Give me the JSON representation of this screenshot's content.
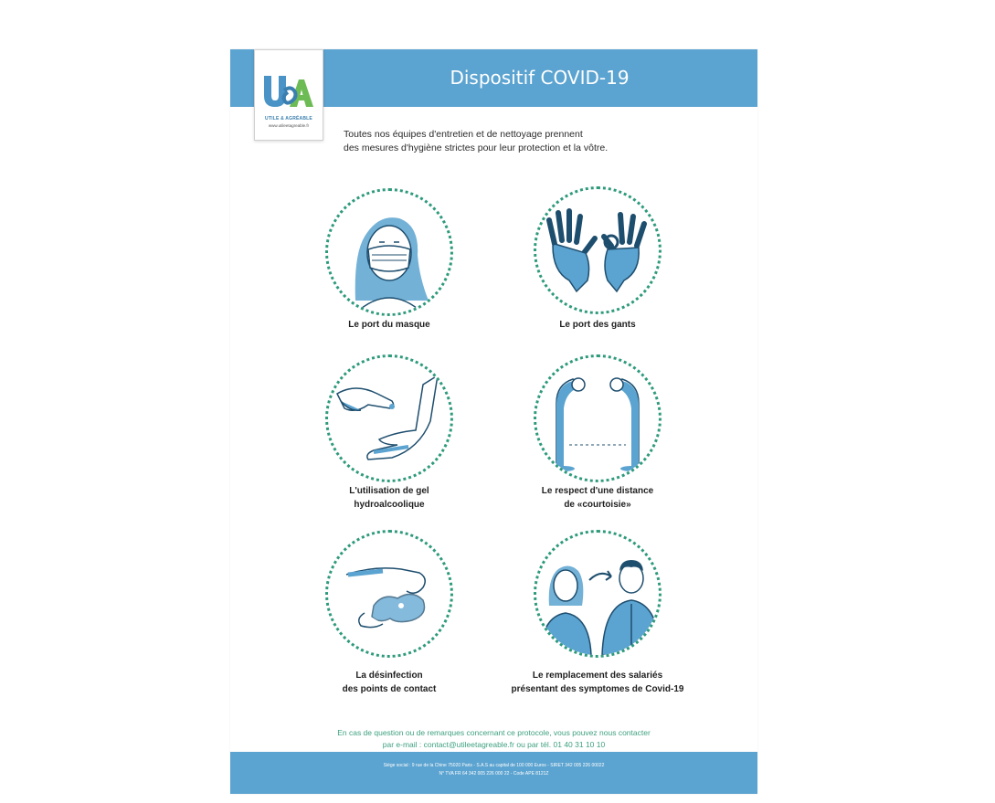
{
  "header": {
    "title": "Dispositif COVID-19",
    "logo": {
      "mark": "U&A",
      "tagline": "UTILE & AGRÉABLE",
      "website": "www.utileetagreable.fr"
    }
  },
  "intro": {
    "line1": "Toutes nos équipes d'entretien et de nettoyage prennent",
    "line2": "des mesures d'hygiène strictes pour leur protection et la vôtre."
  },
  "items": [
    {
      "icon": "face-mask-icon",
      "line1": "Le port du masque",
      "line2": ""
    },
    {
      "icon": "gloves-icon",
      "line1": "Le port des gants",
      "line2": ""
    },
    {
      "icon": "hand-gel-icon",
      "line1": "L'utilisation de gel",
      "line2": "hydroalcoolique"
    },
    {
      "icon": "distance-icon",
      "line1": "Le respect d'une distance",
      "line2": "de «courtoisie»"
    },
    {
      "icon": "disinfection-icon",
      "line1": "La désinfection",
      "line2": "des points de contact"
    },
    {
      "icon": "replacement-icon",
      "line1": "Le remplacement des salariés",
      "line2": "présentant des symptomes de Covid-19"
    }
  ],
  "contact": {
    "line1": "En cas de question ou de remarques concernant ce protocole, vous pouvez nous contacter",
    "line2": "par e-mail : contact@utileetagreable.fr ou par tél. 01 40 31 10 10"
  },
  "footer": {
    "line1": "Siège social : 9 rue de la Chine 75020 Paris - S.A.S au capital de 100 000 Euros - SIRET 342 005 226 00022",
    "line2": "N° TVA FR 64 342 005 226 000 22 - Code APE 8121Z"
  },
  "colors": {
    "brand_blue": "#5ba3d0",
    "dot_green": "#2e9a7c",
    "contact_green": "#3ea080"
  }
}
